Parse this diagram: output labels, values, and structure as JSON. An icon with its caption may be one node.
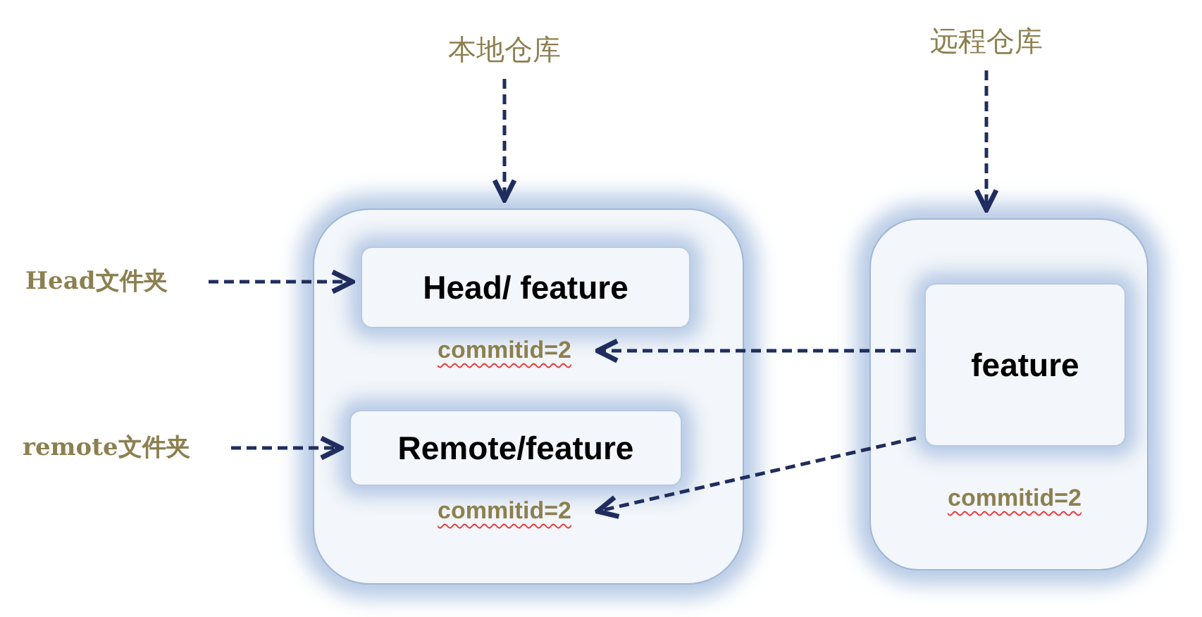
{
  "diagram": {
    "nodes": [
      {
        "text": [
          "本地仓库"
        ]
      },
      {
        "text": [
          "远程仓库"
        ]
      },
      {
        "text": [],
        "shape": "box"
      },
      {
        "text": [
          "Head/ feature"
        ],
        "in": 2
      },
      {
        "text": [
          "Remote/feature"
        ],
        "in": 2
      },
      {
        "text": [
          "commitid=2"
        ],
        "in": 2
      },
      {
        "text": [
          "commitid=2"
        ],
        "in": 2
      },
      {
        "text": [],
        "shape": "box"
      },
      {
        "text": [
          "feature"
        ],
        "in": 7
      },
      {
        "text": [
          "Head文件夹"
        ]
      },
      {
        "text": [
          "remote文件夹"
        ]
      }
    ],
    "edges": [
      {
        "from": 0,
        "to": 2,
        "arrow": "to",
        "style": "dashed"
      },
      {
        "from": 1,
        "to": 7,
        "arrow": "to",
        "style": "dashed"
      },
      {
        "from": 9,
        "to": 3,
        "arrow": "to",
        "style": "dashed"
      },
      {
        "from": 10,
        "to": 4,
        "arrow": "to",
        "style": "dashed"
      },
      {
        "from": 8,
        "to": 5,
        "arrow": "to",
        "style": "dashed"
      },
      {
        "from": 8,
        "to": 6,
        "arrow": "to",
        "style": "dashed"
      }
    ],
    "labels": [
      "commitid=2"
    ]
  }
}
